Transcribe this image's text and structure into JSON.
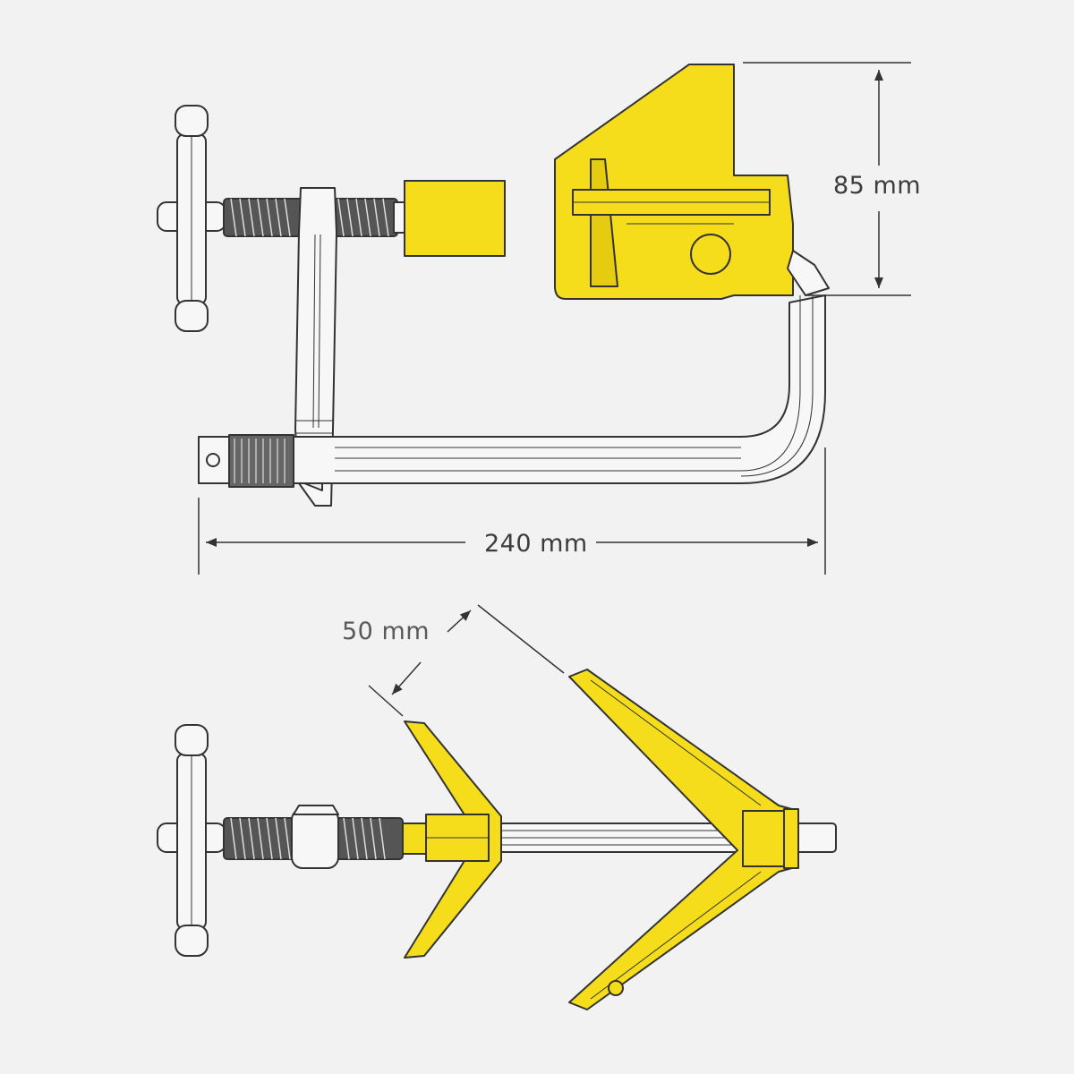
{
  "dimensions": {
    "height_label": "85 mm",
    "length_label": "240 mm",
    "jaw_label": "50 mm"
  },
  "colors": {
    "background": "#f2f2f2",
    "jaw_yellow": "#f5dd1c",
    "outline": "#333333",
    "steel": "#f7f7f7"
  },
  "icons": [
    "t-handle-icon",
    "threaded-spindle-icon",
    "clamp-bar-icon",
    "v-jaw-icon"
  ]
}
